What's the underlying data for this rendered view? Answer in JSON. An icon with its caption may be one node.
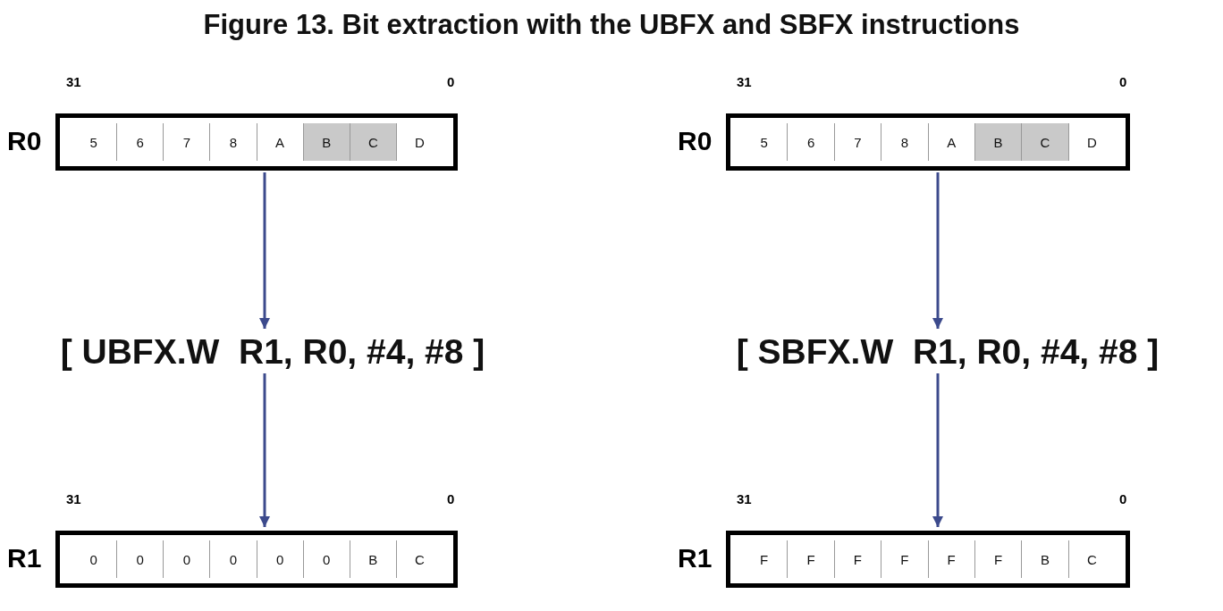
{
  "diagram": {
    "title": "Figure 13. Bit extraction with the UBFX and SBFX instructions",
    "nodes": [
      {
        "text": [
          "R0"
        ],
        "beside": [
          "31",
          "0"
        ]
      },
      {
        "text": [
          "5"
        ],
        "in": 0
      },
      {
        "text": [
          "6"
        ],
        "in": 0
      },
      {
        "text": [
          "7"
        ],
        "in": 0
      },
      {
        "text": [
          "8"
        ],
        "in": 0
      },
      {
        "text": [
          "A"
        ],
        "in": 0
      },
      {
        "text": [
          "B"
        ],
        "in": 0
      },
      {
        "text": [
          "C"
        ],
        "in": 0
      },
      {
        "text": [
          "D"
        ],
        "in": 0
      },
      {
        "text": [
          "R0"
        ],
        "beside": [
          "31",
          "0"
        ]
      },
      {
        "text": [
          "5"
        ],
        "in": 9
      },
      {
        "text": [
          "6"
        ],
        "in": 9
      },
      {
        "text": [
          "7"
        ],
        "in": 9
      },
      {
        "text": [
          "8"
        ],
        "in": 9
      },
      {
        "text": [
          "A"
        ],
        "in": 9
      },
      {
        "text": [
          "B"
        ],
        "in": 9
      },
      {
        "text": [
          "C"
        ],
        "in": 9
      },
      {
        "text": [
          "D"
        ],
        "in": 9
      },
      {
        "text": [
          "[ UBFX.W  R1, R0, #4, #8 ]"
        ]
      },
      {
        "text": [
          "[ SBFX.W  R1, R0, #4, #8 ]"
        ]
      },
      {
        "text": [
          "R1"
        ],
        "beside": [
          "31",
          "0"
        ]
      },
      {
        "text": [
          "0"
        ],
        "in": 20
      },
      {
        "text": [
          "0"
        ],
        "in": 20
      },
      {
        "text": [
          "0"
        ],
        "in": 20
      },
      {
        "text": [
          "0"
        ],
        "in": 20
      },
      {
        "text": [
          "0"
        ],
        "in": 20
      },
      {
        "text": [
          "0"
        ],
        "in": 20
      },
      {
        "text": [
          "B"
        ],
        "in": 20
      },
      {
        "text": [
          "C"
        ],
        "in": 20
      },
      {
        "text": [
          "R1"
        ],
        "beside": [
          "31",
          "0"
        ]
      },
      {
        "text": [
          "F"
        ],
        "in": 29
      },
      {
        "text": [
          "F"
        ],
        "in": 29
      },
      {
        "text": [
          "F"
        ],
        "in": 29
      },
      {
        "text": [
          "F"
        ],
        "in": 29
      },
      {
        "text": [
          "F"
        ],
        "in": 29
      },
      {
        "text": [
          "F"
        ],
        "in": 29
      },
      {
        "text": [
          "B"
        ],
        "in": 29
      },
      {
        "text": [
          "C"
        ],
        "in": 29
      }
    ],
    "edges": [
      {
        "from": 0,
        "to": 18,
        "arrow": "to"
      },
      {
        "from": 18,
        "to": 20,
        "arrow": "to"
      },
      {
        "from": 9,
        "to": 19,
        "arrow": "to"
      },
      {
        "from": 19,
        "to": 29,
        "arrow": "to"
      }
    ]
  }
}
